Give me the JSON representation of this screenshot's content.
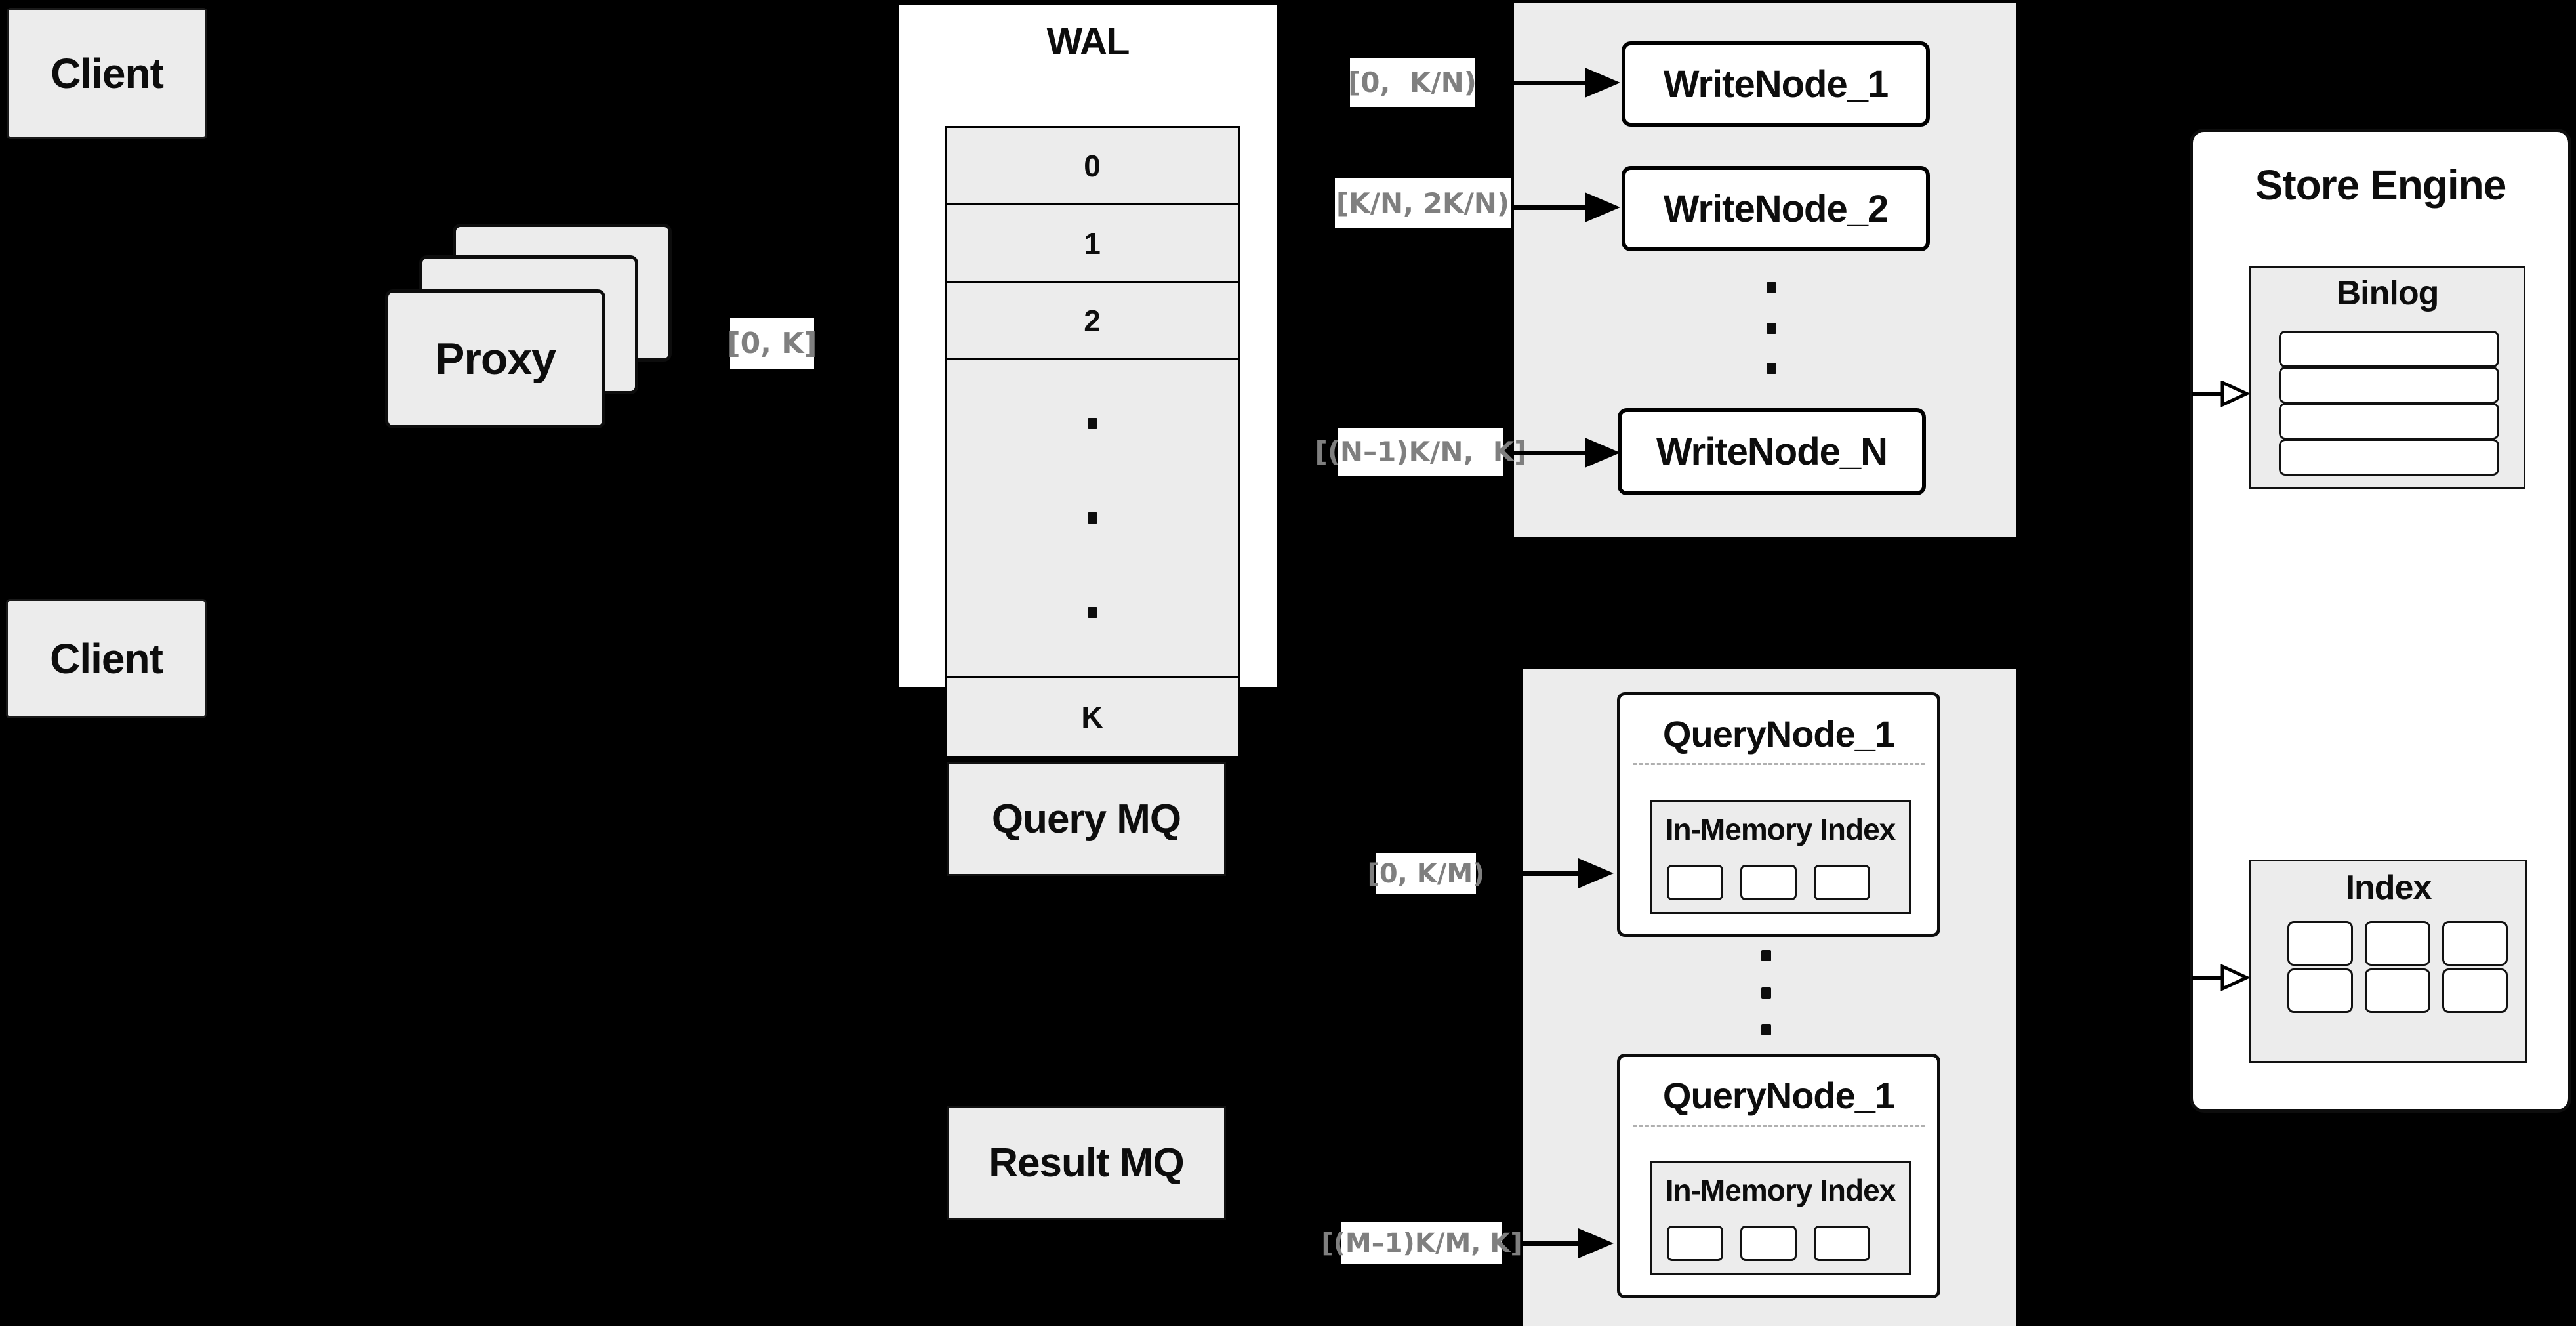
{
  "colors": {
    "background": "#000000",
    "box_fill": "#ececec",
    "node_fill": "#ffffff",
    "border": "#0d0d0d",
    "range_label_text": "#7f7f7f"
  },
  "clients": {
    "top_label": "Client",
    "bottom_label": "Client"
  },
  "proxy": {
    "label": "Proxy",
    "range_label": "[0, K]"
  },
  "wal": {
    "title": "WAL",
    "rows": [
      "0",
      "1",
      "2"
    ],
    "last_row": "K"
  },
  "write_group": {
    "node1": "WriteNode_1",
    "node2": "WriteNode_2",
    "nodeN": "WriteNode_N",
    "label1": "[0,  K/N)",
    "label2": "[K/N, 2K/N)",
    "labelN": "[(N–1)K/N,  K]"
  },
  "mq": {
    "query": "Query MQ",
    "result": "Result MQ"
  },
  "query_group": {
    "node_top_title": "QueryNode_1",
    "node_bottom_title": "QueryNode_1",
    "inmem_title": "In-Memory Index",
    "label_top": "[0, K/M)",
    "label_bottom": "[(M–1)K/M, K]"
  },
  "store_engine": {
    "title": "Store Engine",
    "binlog_title": "Binlog",
    "index_title": "Index"
  }
}
